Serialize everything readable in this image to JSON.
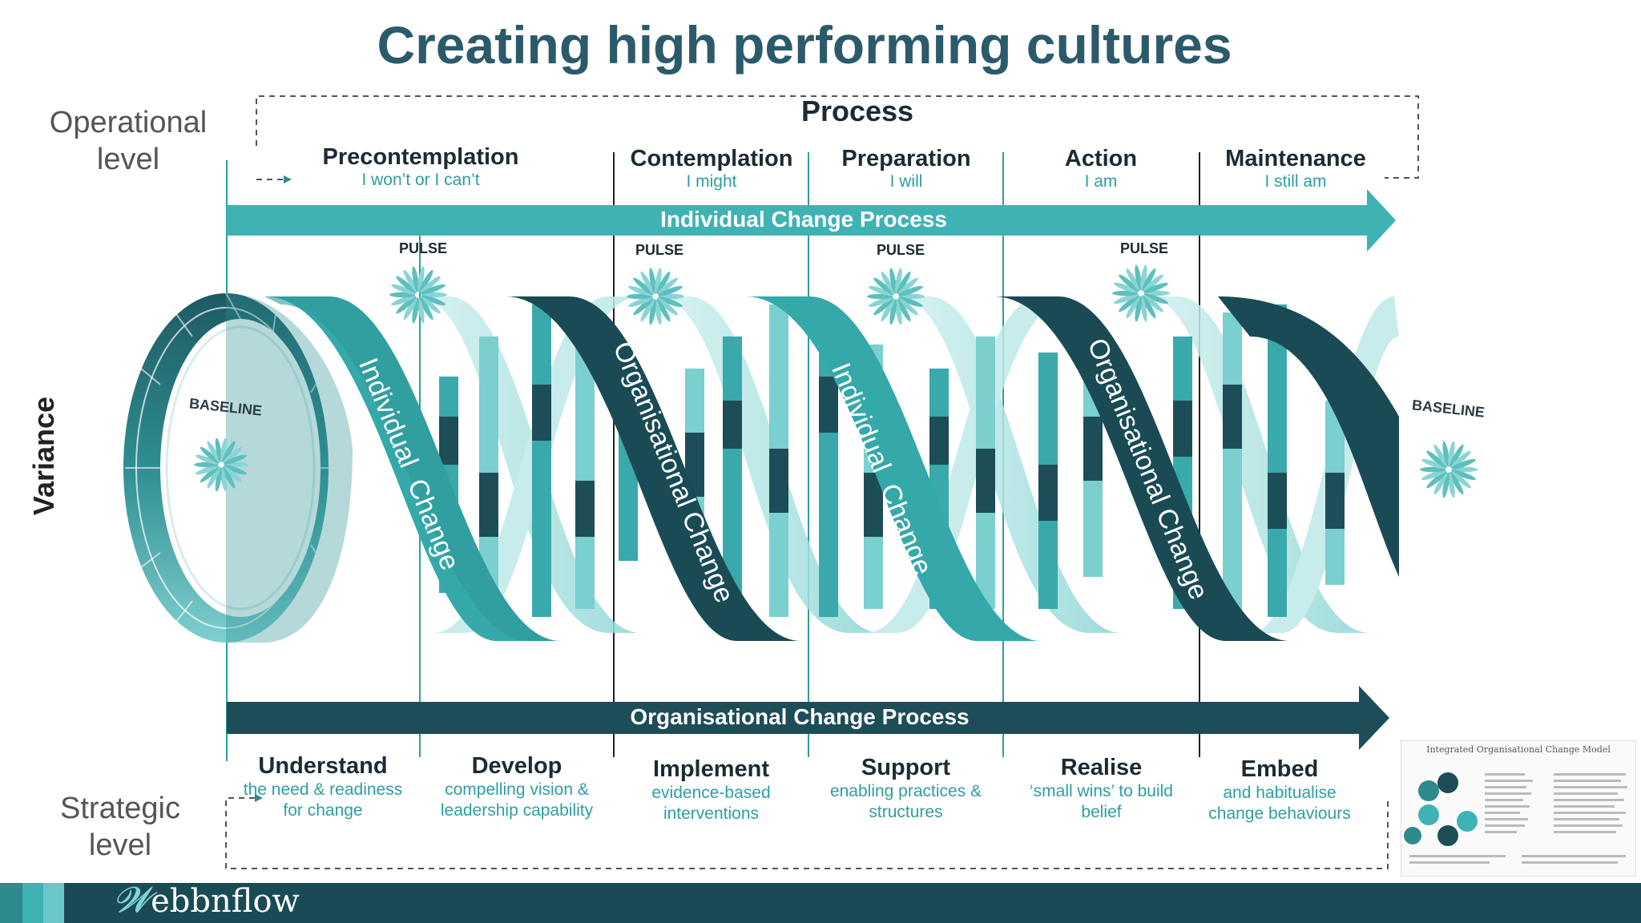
{
  "title": "Creating high performing cultures",
  "side_labels": {
    "operational": [
      "Operational",
      "level"
    ],
    "strategic": [
      "Strategic",
      "level"
    ],
    "variance": "Variance"
  },
  "process_label": "Process",
  "stages": [
    {
      "name": "Precontemplation",
      "sub": "I won’t or I can’t"
    },
    {
      "name": "Contemplation",
      "sub": "I might"
    },
    {
      "name": "Preparation",
      "sub": "I will"
    },
    {
      "name": "Action",
      "sub": "I am"
    },
    {
      "name": "Maintenance",
      "sub": "I still am"
    }
  ],
  "arrows": {
    "individual": "Individual Change Process",
    "organisational": "Organisational Change Process"
  },
  "pulse_label": "PULSE",
  "baseline_label": "BASELINE",
  "helix_labels": {
    "individual": "Individual  Change",
    "organisational": "Organisational Change"
  },
  "phases": [
    {
      "name": "Understand",
      "sub": [
        "the need & readiness",
        "for change"
      ]
    },
    {
      "name": "Develop",
      "sub": [
        "compelling vision &",
        "leadership capability"
      ]
    },
    {
      "name": "Implement",
      "sub": [
        "evidence-based",
        "interventions"
      ]
    },
    {
      "name": "Support",
      "sub": [
        "enabling practices &",
        "structures"
      ]
    },
    {
      "name": "Realise",
      "sub": [
        "‘small wins’ to build",
        "belief"
      ]
    },
    {
      "name": "Embed",
      "sub": [
        "and habitualise",
        "change behaviours"
      ]
    }
  ],
  "brand": "ebbnflow",
  "thumbnail_title": "Integrated Organisational Change Model",
  "colors": {
    "title": "#2b5a6b",
    "teal_light": "#3fb2b4",
    "teal_dark": "#1a4b55",
    "teal_pale": "#a8e0e0"
  }
}
